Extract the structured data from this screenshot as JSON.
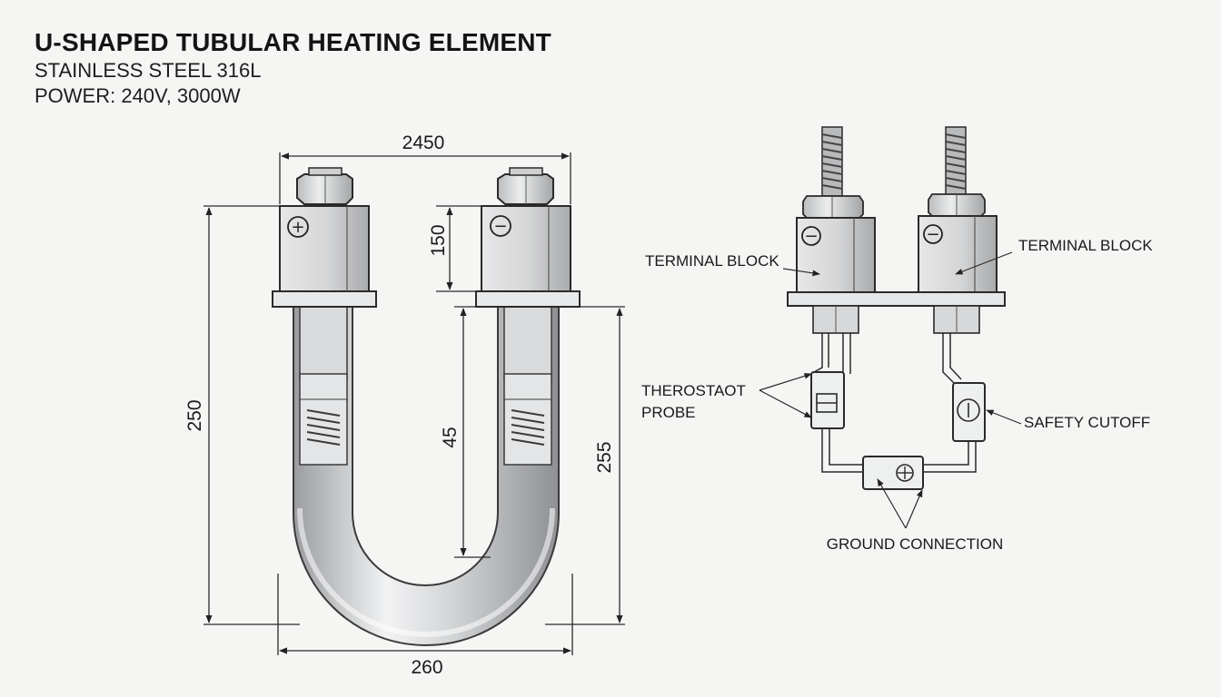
{
  "header": {
    "title": "U-SHAPED TUBULAR HEATING ELEMENT",
    "material": "STAINLESS STEEL 316L",
    "power": "POWER: 240V, 3000W"
  },
  "dimensions": {
    "top_width": "2450",
    "terminal_height": "150",
    "overall_height": "250",
    "inner_depth": "45",
    "right_height": "255",
    "bottom_width": "260"
  },
  "polarity": {
    "left_terminal": "+",
    "right_terminal": "−",
    "block_left": "−",
    "block_right": "−"
  },
  "labels": {
    "terminal_block_left": "TERMINAL BLOCK",
    "terminal_block_right": "TERMINAL BLOCK",
    "thermostat_line1": "THEROSTAOT",
    "thermostat_line2": "PROBE",
    "safety_cutoff": "SAFETY CUTOFF",
    "ground_connection": "GROUND CONNECTION"
  },
  "colors": {
    "background": "#f5f5f4",
    "steel": "#c9cbcd",
    "line": "#2a2a2a"
  }
}
